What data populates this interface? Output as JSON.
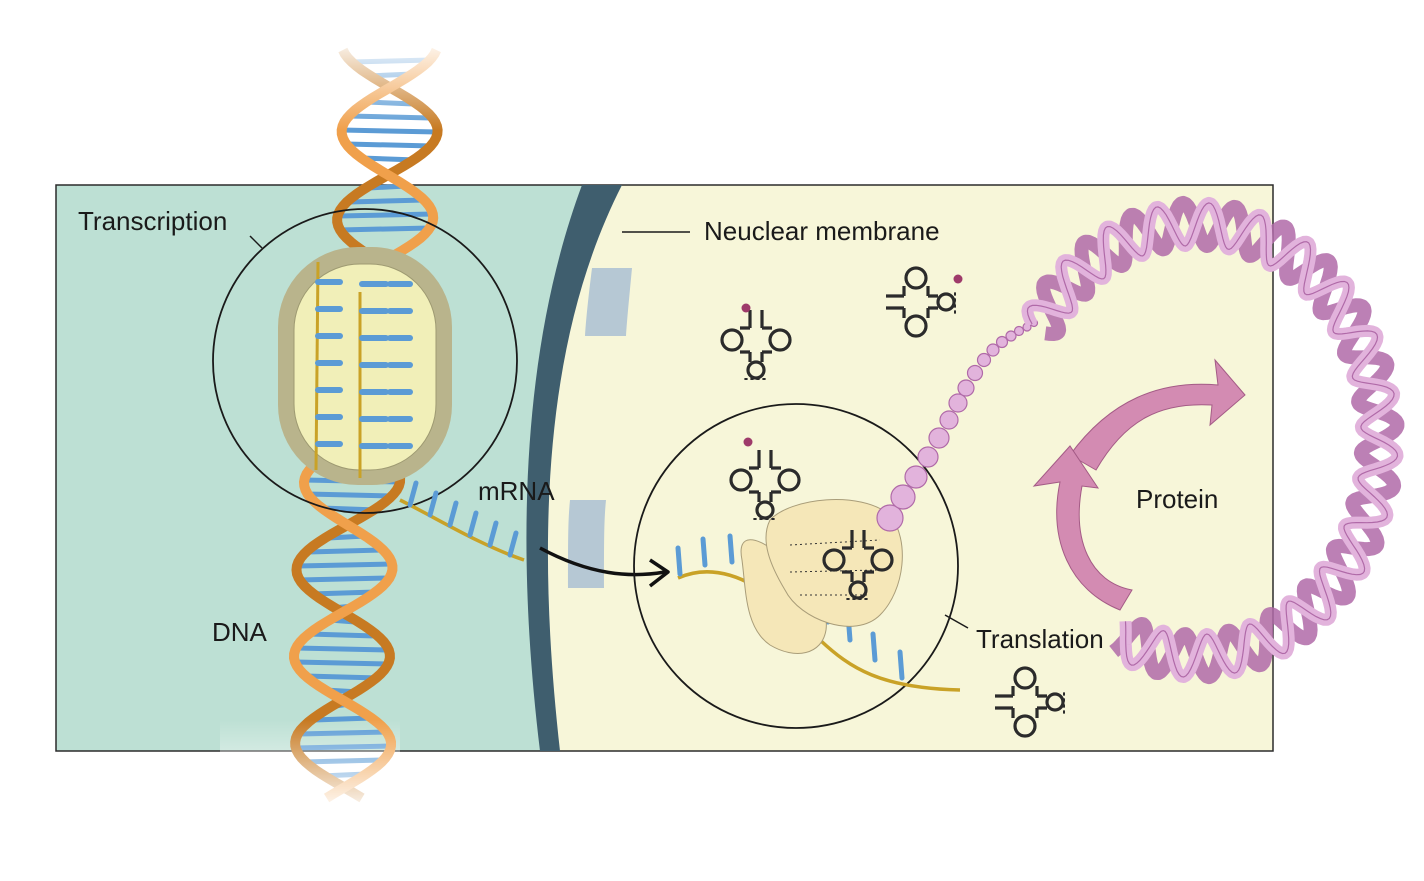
{
  "labels": {
    "transcription": "Transcription",
    "nuclear_membrane": "Neuclear membrane",
    "mrna": "mRNA",
    "dna": "DNA",
    "translation": "Translation",
    "protein": "Protein"
  },
  "colors": {
    "nucleus_fill": "#bde0d4",
    "cytoplasm_fill": "#f7f6d9",
    "membrane_dark": "#3f5e6e",
    "membrane_pore": "#b6c8d4",
    "dna_orange": "#f0a04b",
    "dna_orange_dark": "#c77a22",
    "base_blue": "#5b9bd5",
    "mrna_strand": "#c9a227",
    "polymerase_outer": "#b9b48c",
    "polymerase_inner": "#f1efb8",
    "ribosome_fill": "#f5e7b8",
    "protein_purple": "#b06aa8",
    "protein_light": "#e2b3dc",
    "arrow_pink": "#d38bb2",
    "trna_outline": "#2b2b2b",
    "trna_tip": "#9e3a6a"
  },
  "icons": [
    "trna-icon",
    "ribosome-icon",
    "rna-polymerase-icon",
    "cycle-arrow-icon"
  ]
}
